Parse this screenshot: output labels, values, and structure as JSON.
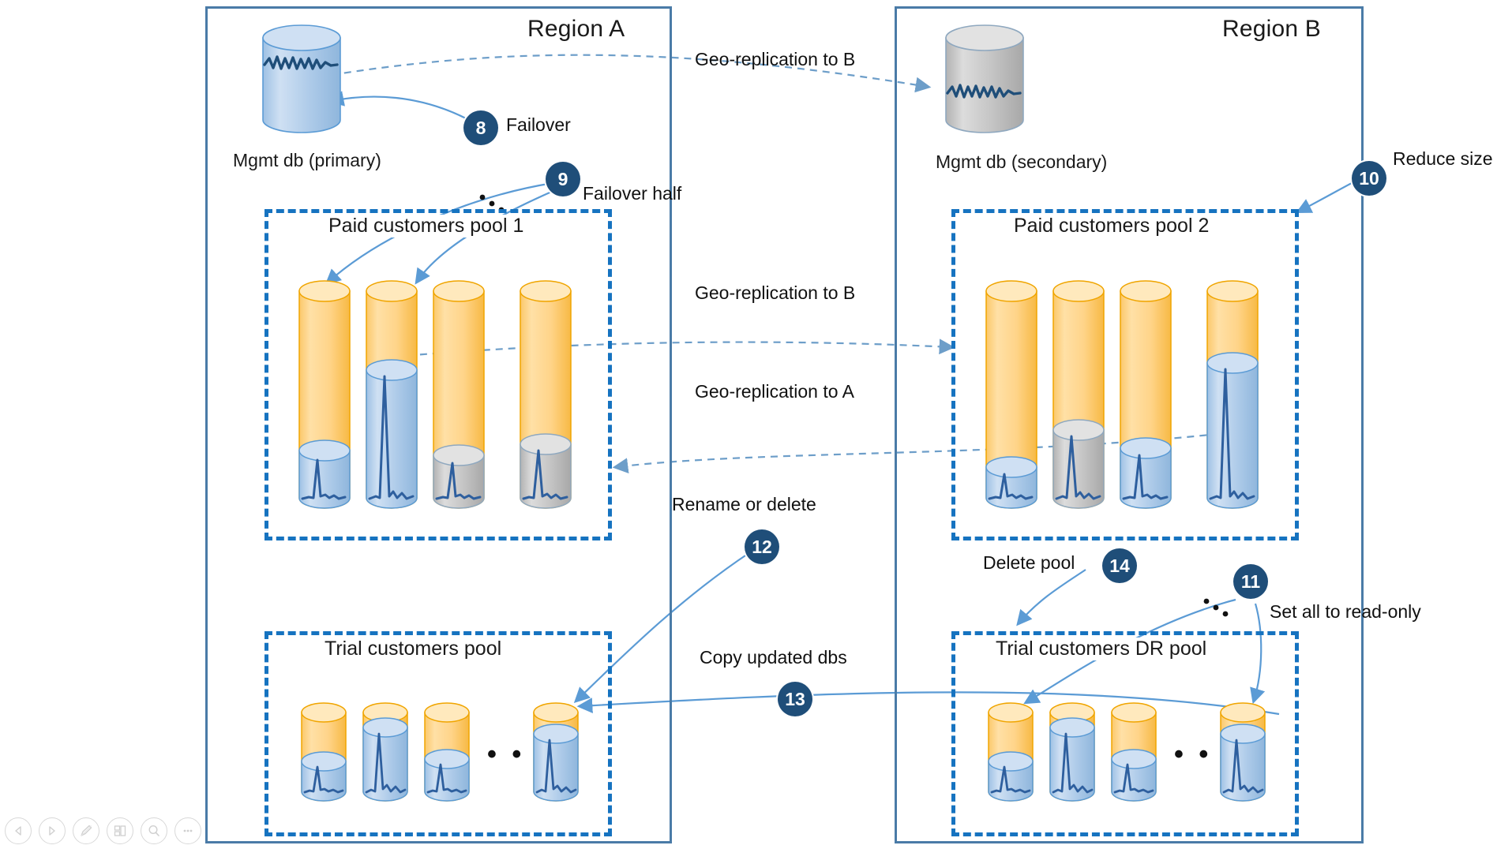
{
  "diagram": {
    "title": "Multi-region SQL elastic pool disaster-recovery diagram",
    "colors": {
      "region_border": "#4a7ba7",
      "pool_border": "#1673c0",
      "badge_fill": "#1f4e79",
      "cylinder_orange": "#ffd27f",
      "cylinder_orange_stroke": "#f0a500",
      "cylinder_blue": "#a8c8e8",
      "cylinder_blue_stroke": "#5b9bd5",
      "cylinder_gray": "#bfbfbf",
      "cylinder_gray_stroke": "#8fa8bf",
      "waveform": "#1f4e79",
      "dashed_arrow": "#6d9ec9",
      "solid_arrow": "#5b9bd5"
    },
    "regions": [
      {
        "id": "region-a",
        "title": "Region A"
      },
      {
        "id": "region-b",
        "title": "Region B"
      }
    ],
    "mgmt_dbs": [
      {
        "id": "mgmt-primary",
        "label": "Mgmt db (primary)",
        "fill": "blue"
      },
      {
        "id": "mgmt-secondary",
        "label": "Mgmt db (secondary)",
        "fill": "gray"
      }
    ],
    "pools": [
      {
        "id": "paid-pool-1",
        "title": "Paid customers pool 1",
        "region": "Region A",
        "databases": [
          {
            "fill": "blue",
            "level": 22
          },
          {
            "fill": "blue",
            "level": 62
          },
          {
            "fill": "gray",
            "level": 20
          },
          {
            "fill": "gray",
            "level": 26
          }
        ]
      },
      {
        "id": "paid-pool-2",
        "title": "Paid customers pool 2",
        "region": "Region B",
        "databases": [
          {
            "fill": "blue",
            "level": 15
          },
          {
            "fill": "gray",
            "level": 34
          },
          {
            "fill": "blue",
            "level": 24
          },
          {
            "fill": "blue",
            "level": 65
          }
        ]
      },
      {
        "id": "trial-pool",
        "title": "Trial customers pool",
        "region": "Region A",
        "databases": [
          {
            "fill": "blue",
            "level": 38
          },
          {
            "fill": "blue",
            "level": 80
          },
          {
            "fill": "blue",
            "level": 40
          },
          {
            "fill": "blue",
            "level": 72
          }
        ],
        "ellipsis": "• • •"
      },
      {
        "id": "trial-dr-pool",
        "title": "Trial customers DR pool",
        "region": "Region B",
        "databases": [
          {
            "fill": "blue",
            "level": 38
          },
          {
            "fill": "blue",
            "level": 80
          },
          {
            "fill": "blue",
            "level": 40
          },
          {
            "fill": "blue",
            "level": 72
          }
        ],
        "ellipsis": "• • •"
      }
    ],
    "edge_labels": [
      {
        "id": "geo-repl-mgmt-b",
        "text": "Geo-replication to B"
      },
      {
        "id": "geo-repl-pool-b",
        "text": "Geo-replication to B"
      },
      {
        "id": "geo-repl-pool-a",
        "text": "Geo-replication to A"
      },
      {
        "id": "failover",
        "text": "Failover"
      },
      {
        "id": "failover-half",
        "text": "Failover half"
      },
      {
        "id": "reduce-size",
        "text": "Reduce size"
      },
      {
        "id": "set-read-only",
        "text": "Set all to read-only"
      },
      {
        "id": "rename-or-delete",
        "text": "Rename or delete"
      },
      {
        "id": "copy-updated-dbs",
        "text": "Copy updated dbs"
      },
      {
        "id": "delete-pool",
        "text": "Delete pool"
      }
    ],
    "step_badges": [
      {
        "id": "step-8",
        "number": "8",
        "for": "Failover"
      },
      {
        "id": "step-9",
        "number": "9",
        "for": "Failover half"
      },
      {
        "id": "step-10",
        "number": "10",
        "for": "Reduce size"
      },
      {
        "id": "step-11",
        "number": "11",
        "for": "Set all to read-only"
      },
      {
        "id": "step-12",
        "number": "12",
        "for": "Rename or delete"
      },
      {
        "id": "step-13",
        "number": "13",
        "for": "Copy updated dbs"
      },
      {
        "id": "step-14",
        "number": "14",
        "for": "Delete pool"
      }
    ],
    "toolbar": {
      "buttons": [
        {
          "id": "previous",
          "icon": "previous-triangle-icon"
        },
        {
          "id": "next",
          "icon": "next-triangle-icon"
        },
        {
          "id": "draw",
          "icon": "pen-icon"
        },
        {
          "id": "layout",
          "icon": "layout-icon"
        },
        {
          "id": "zoom",
          "icon": "magnifier-icon"
        },
        {
          "id": "more",
          "icon": "more-dots-icon"
        }
      ]
    }
  }
}
